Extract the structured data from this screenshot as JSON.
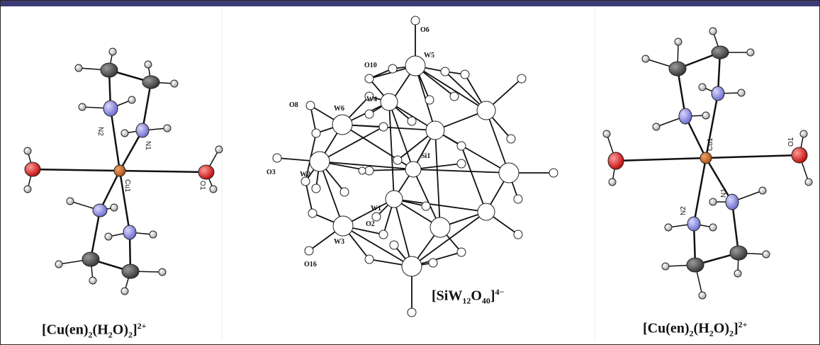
{
  "diagram": {
    "left_caption": {
      "base": "[Cu(en)",
      "s1": "2",
      "mid": "(H",
      "s2": "2",
      "mid2": "O)",
      "s3": "2",
      "end": "]",
      "sup": "2+"
    },
    "center_caption": {
      "base": "[SiW",
      "s1": "12",
      "mid": "O",
      "s2": "40",
      "end": "]",
      "sup": "4−"
    },
    "right_caption": {
      "base": "[Cu(en)",
      "s1": "2",
      "mid": "(H",
      "s2": "2",
      "mid2": "O)",
      "s3": "2",
      "end": "]",
      "sup": "2+"
    },
    "left_labels": {
      "n2": "N2",
      "n1": "N1",
      "cu1": "Cu1",
      "o1": "O1"
    },
    "right_labels": {
      "cu1": "Cu1",
      "o1": "O1",
      "n1": "N1",
      "n2": "N2"
    },
    "center_labels": {
      "o6": "O6",
      "w5": "W5",
      "o10": "O10",
      "w4": "W4",
      "o8": "O8",
      "w6": "W6",
      "si1": "Si1",
      "o3": "O3",
      "w2": "W2",
      "w1": "W1",
      "o2": "O2",
      "w3": "W3",
      "o16": "O16"
    }
  },
  "colors": {
    "copper": "#c8692a",
    "oxygen": "#d11a1a",
    "nitrogen": "#8a8ad8",
    "carbon": "#5a5a5a",
    "hydrogen": "#d0d0d0",
    "frame_bar": "#3d3a78"
  }
}
